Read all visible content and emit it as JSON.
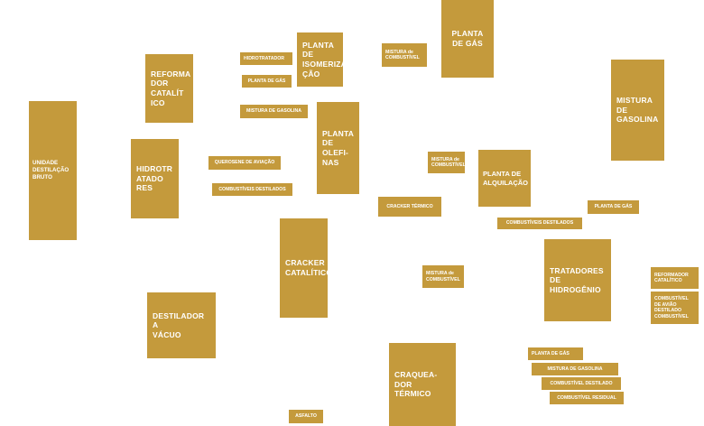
{
  "units": {
    "unidade_destilacao": "UNIDADE\nDESTILAÇÃO\nBRUTO",
    "reformador": "REFORMA\nDOR\nCATALÍT\nICO",
    "hidrotratadores": "HIDROTR\nATADO\nRES",
    "destilador_vacuo": "DESTILADOR A\nVÁCUO",
    "planta_isomerizacao": "PLANTA DE\nISOMERIZA\nÇÃO",
    "planta_olefinas": "PLANTA\nDE\nOLEFI-\nNAS",
    "cracker_catalitico": "CRACKER\nCATALÍTICO",
    "planta_gas_top": "PLANTA\nDE GÁS",
    "planta_alquilacao": "PLANTA DE\nALQUILAÇÃO",
    "mistura_gasolina": "MISTURA\nDE\nGASOLINA",
    "tratadores_hidrogenio": "TRATADORES DE\nHIDROGÊNIO",
    "craqueador_termico": "CRAQUEA-\nDOR\nTÉRMICO"
  },
  "labels": {
    "hidrotratador": "HIDROTRATADOR",
    "planta_gas_1": "PLANTA DE GÁS",
    "mistura_gasolina_1": "MISTURA DE GASOLINA",
    "querosene_aviacao": "QUEROSENE DE AVIAÇÃO",
    "combustiveis_destilados_1": "COMBUSTÍVEIS DESTILADOS",
    "mistura_combustivel_top": "MISTURA de\nCOMBUSTÍVEL",
    "mistura_combustivel_mid": "MISTURA de\nCOMBUSTÍVEL",
    "cracker_termico": "CRACKER TÉRMICO",
    "combustiveis_destilados_2": "COMBUSTÍVEIS DESTILADOS",
    "planta_gas_2": "PLANTA DE GÁS",
    "mistura_combustivel_low": "MISTURA de\nCOMBUSTÍVEL",
    "reformador_catalitico": "REFORMADOR\nCATALÍTICO",
    "combustivel_aviao": "COMBUSTÍVEL\nDE AVIÃO\nDESTILADO\nCOMBUSTÍVEL",
    "planta_gas_3": "PLANTA DE GÁS",
    "mistura_gasolina_2": "MISTURA DE GASOLINA",
    "combustivel_destilado": "COMBUSTÍVEL DESTILADO",
    "combustivel_residual": "COMBUSTÍVEL RESIDUAL",
    "asfalto": "ASFALTO"
  }
}
